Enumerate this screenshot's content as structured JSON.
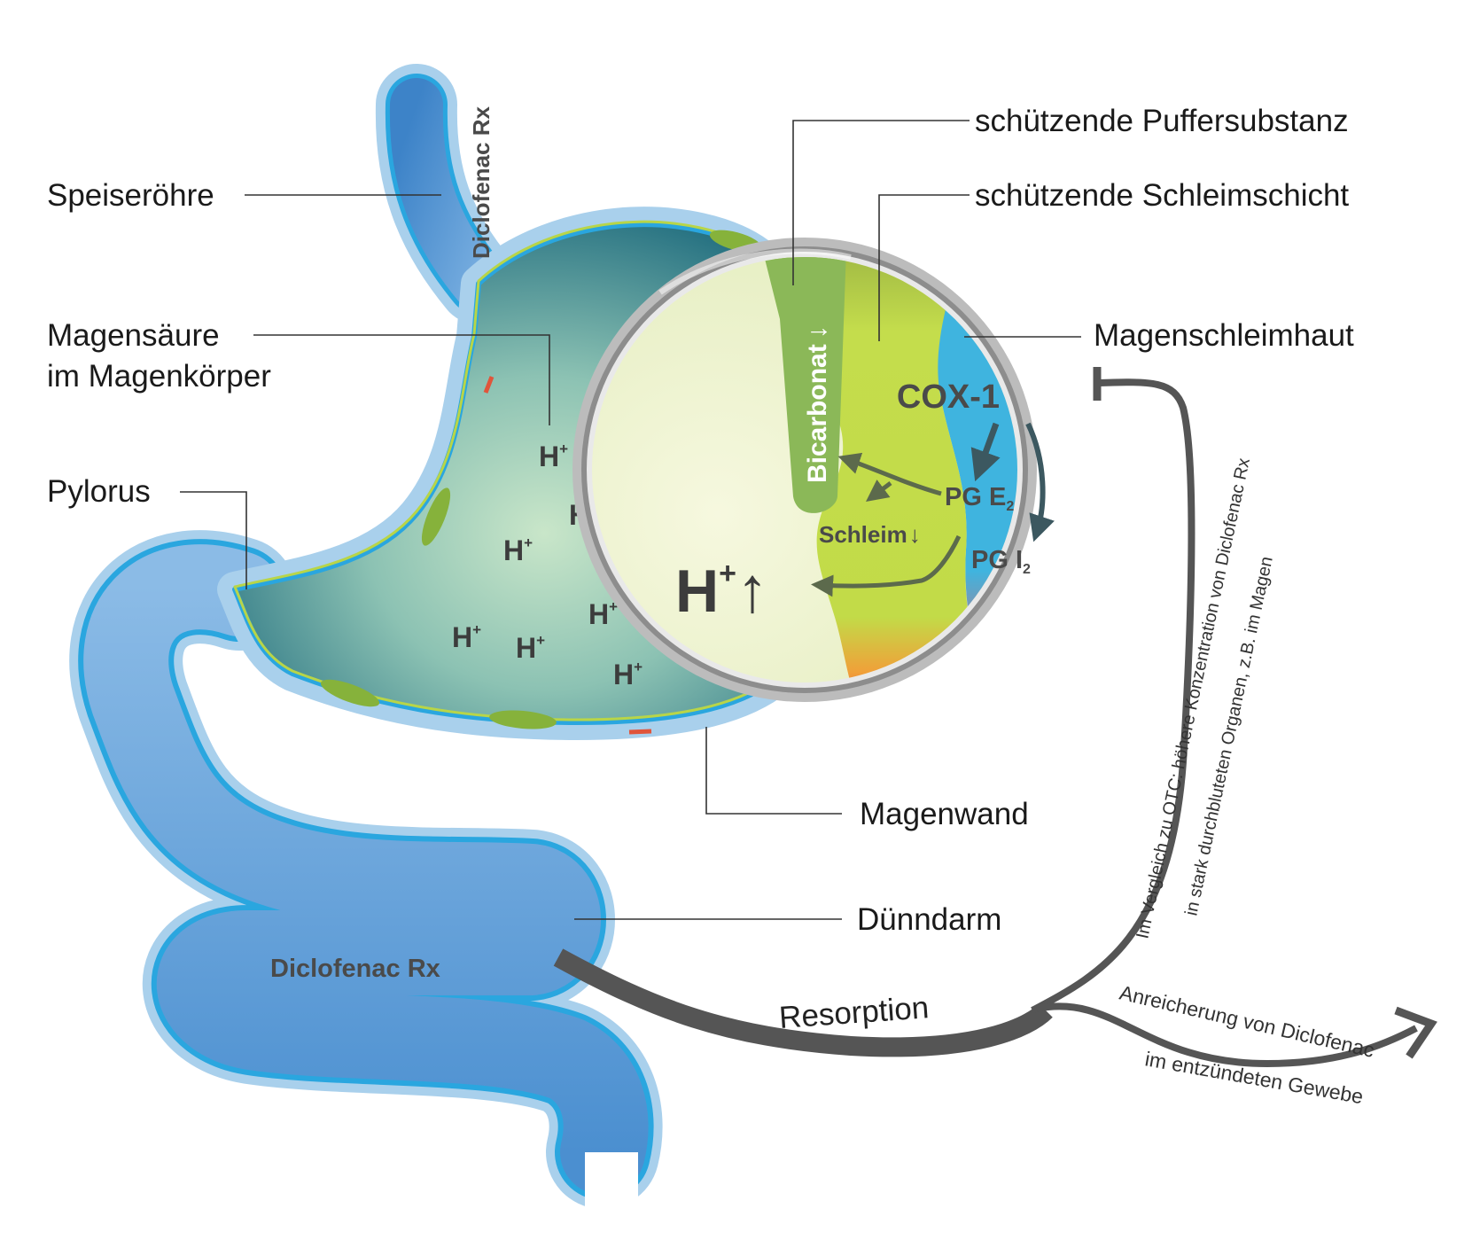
{
  "labels": {
    "speiseroehre": "Speiseröhre",
    "magensaeure_line1": "Magensäure",
    "magensaeure_line2": "im Magenkörper",
    "pylorus": "Pylorus",
    "puffer": "schützende Puffersubstanz",
    "schleimschicht": "schützende Schleimschicht",
    "magenschleimhaut": "Magenschleimhaut",
    "magenwand": "Magenwand",
    "duenndarm": "Dünndarm"
  },
  "drug": {
    "esophagus_label": "Diclofenac Rx",
    "intestine_label": "Diclofenac Rx"
  },
  "stomach": {
    "ion": "H",
    "ion_charge": "+"
  },
  "zoom": {
    "bicarbonat": "Bicarbonat",
    "cox": "COX-1",
    "pge_prefix": "PG E",
    "pge_sub": "2",
    "pgi_prefix": "PG I",
    "pgi_sub": "2",
    "schleim": "Schleim",
    "h_main": "H",
    "h_charge": "+",
    "down_arrow": "↓",
    "up_arrow": "↑"
  },
  "flow": {
    "resorption": "Resorption",
    "vergleich_line1": "Im Vergleich zu OTC: höhere Konzentration von Diclofenac Rx",
    "vergleich_line2": "in stark durchbluteten Organen, z.B. im Magen",
    "anreicherung_line1": "Anreicherung von Diclofenac",
    "anreicherung_line2": "im entzündeten Gewebe"
  },
  "colors": {
    "lumen_dark": "#1c6679",
    "lumen_light": "#c4e2c6",
    "wall_blue": "#2aa6df",
    "halo_blue": "#a6cdea",
    "mucus_green": "#bfd94a",
    "mucosa_blue": "#3eb6e0",
    "arrow_gray": "#555555"
  }
}
